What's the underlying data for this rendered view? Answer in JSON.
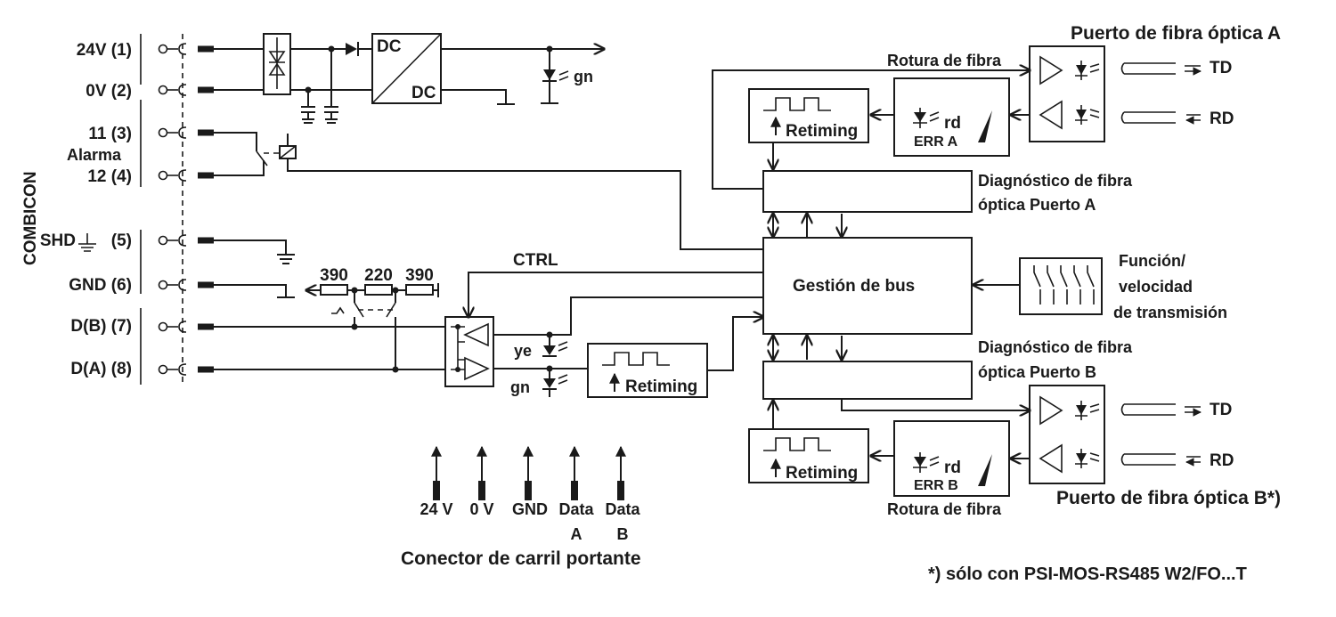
{
  "terminals": {
    "t1": "24V (1)",
    "t2": "0V (2)",
    "t3": "11 (3)",
    "alarm": "Alarma",
    "t4": "12 (4)",
    "t5_prefix": "SHD",
    "t5_suffix": "(5)",
    "t6": "GND (6)",
    "t7": "D(B) (7)",
    "t8": "D(A) (8)"
  },
  "combicon": "COMBICON",
  "power": {
    "dc_top": "DC",
    "dc_bottom": "DC",
    "led_gn": "gn"
  },
  "resistors": {
    "r1": "390",
    "r2": "220",
    "r3": "390"
  },
  "ctrl": "CTRL",
  "leds": {
    "ye": "ye",
    "gn": "gn",
    "rd_a": "rd",
    "rd_b": "rd"
  },
  "retiming": {
    "center": "Retiming",
    "a": "Retiming",
    "b": "Retiming"
  },
  "err": {
    "a": "ERR A",
    "b": "ERR B"
  },
  "bus_management": "Gestión de bus",
  "function": {
    "line1": "Función/",
    "line2": "velocidad",
    "line3": "de transmisión"
  },
  "diag_a": {
    "line1": "Diagnóstico de fibra",
    "line2": "óptica Puerto A"
  },
  "diag_b": {
    "line1": "Diagnóstico de fibra",
    "line2": "óptica Puerto B"
  },
  "fiber_break_a": "Rotura de fibra",
  "fiber_break_b": "Rotura de fibra",
  "port_a_title": "Puerto de fibra óptica A",
  "port_b_title": "Puerto de fibra óptica B*)",
  "port_a": {
    "td": "TD",
    "rd": "RD"
  },
  "port_b": {
    "td": "TD",
    "rd": "RD"
  },
  "rail_connector": {
    "pins": [
      "24 V",
      "0 V",
      "GND",
      "Data",
      "Data"
    ],
    "pin_sub": [
      "",
      "",
      "",
      "A",
      "B"
    ],
    "title": "Conector de carril portante"
  },
  "footnote": "*) sólo con PSI-MOS-RS485 W2/FO...T"
}
